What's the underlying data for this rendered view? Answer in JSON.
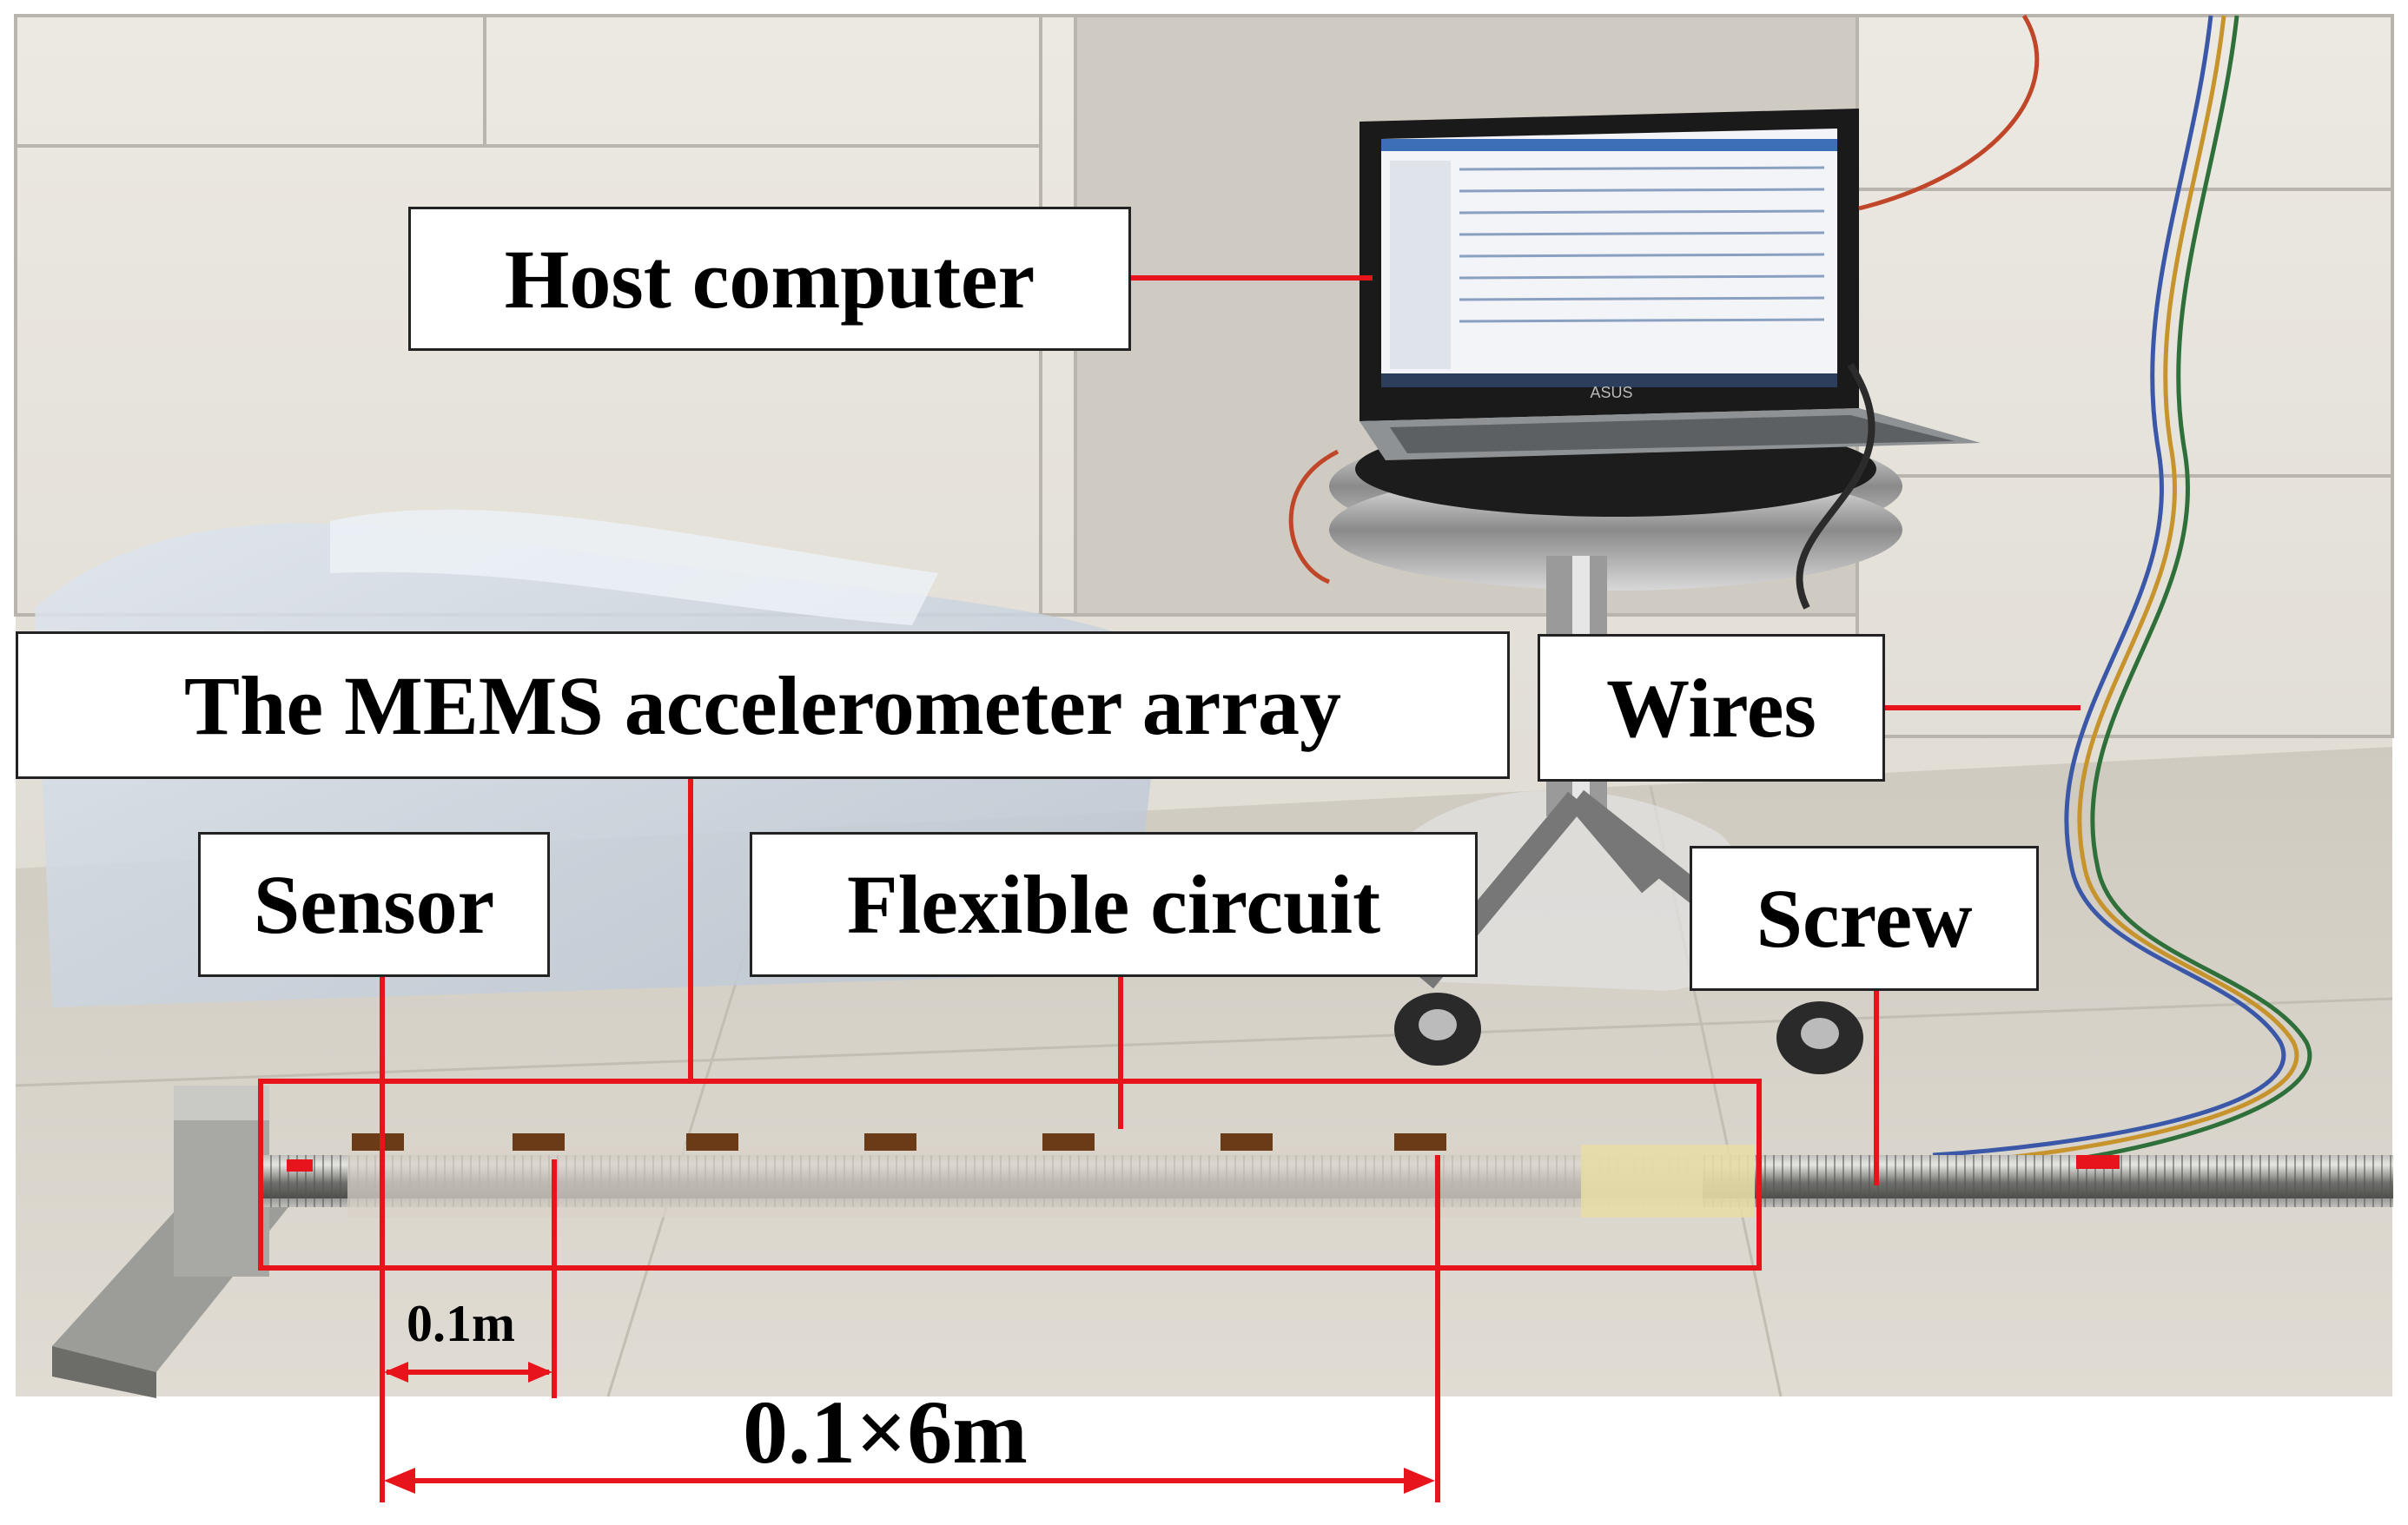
{
  "labels": {
    "host_computer": "Host computer",
    "mems_array": "The MEMS accelerometer array",
    "wires": "Wires",
    "sensor": "Sensor",
    "flexible_circuit": "Flexible circuit",
    "screw": "Screw"
  },
  "dimensions": {
    "sensor_spacing": "0.1m",
    "array_span": "0.1×6m"
  },
  "laptop_brand": "ASUS",
  "colors": {
    "annotation_red": "#e8141c",
    "floor": "#d7d2c8",
    "cabinet": "#e6e4dd",
    "screen": "#f2f4f8"
  },
  "icons": [
    "laptop-icon",
    "stool-icon",
    "screw-rod-icon",
    "sensor-chip-icon",
    "wire-bundle-icon"
  ]
}
